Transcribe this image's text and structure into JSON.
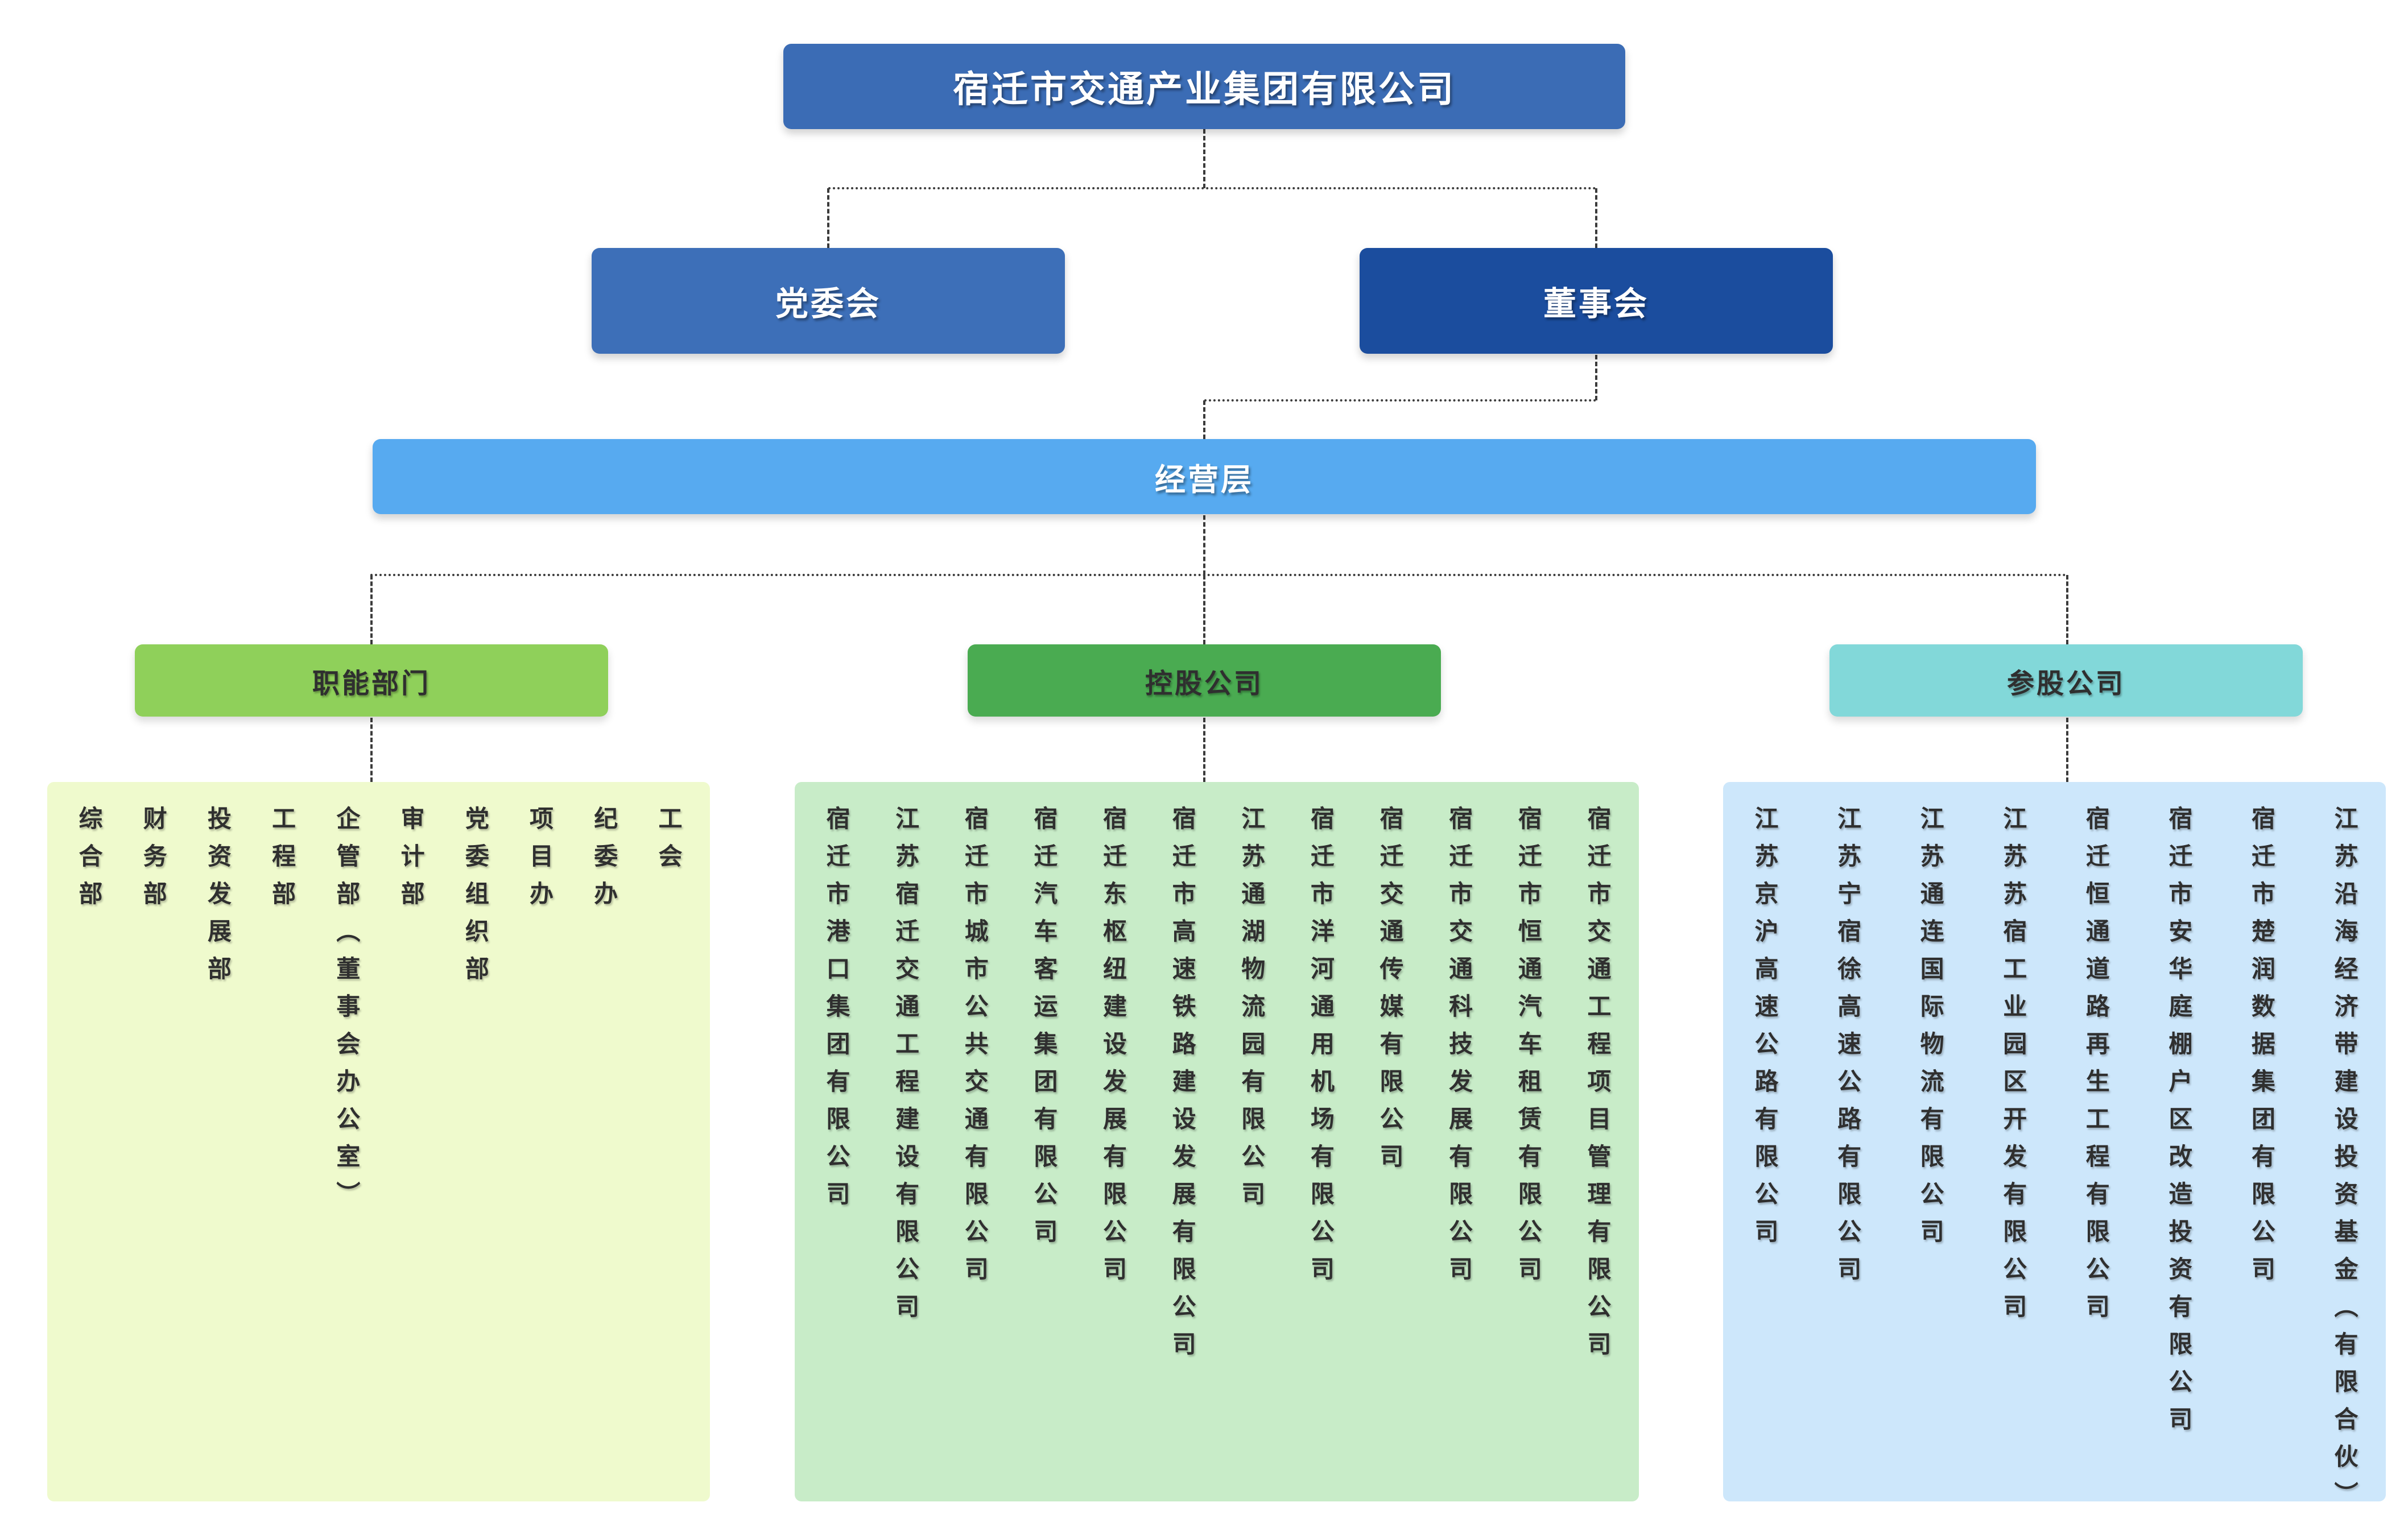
{
  "org_chart": {
    "root": {
      "label": "宿迁市交通产业集团有限公司",
      "color": "#3b6cb5"
    },
    "governance": [
      {
        "id": "party-committee",
        "label": "党委会",
        "color": "#3d6fb8"
      },
      {
        "id": "board-of-directors",
        "label": "董事会",
        "color": "#1b4d9e"
      }
    ],
    "management": {
      "label": "经营层",
      "color": "#57aaf0"
    },
    "groups": [
      {
        "id": "functional-departments",
        "label": "职能部门",
        "header_color": "#8fd05a",
        "panel_color": "#effacd",
        "items": [
          "综合部",
          "财务部",
          "投资发展部",
          "工程部",
          "企管部（董事会办公室）",
          "审计部",
          "党委组织部",
          "项目办",
          "纪委办",
          "工会"
        ]
      },
      {
        "id": "holding-companies",
        "label": "控股公司",
        "header_color": "#4aab51",
        "panel_color": "#c8ecc8",
        "items": [
          "宿迁市港口集团有限公司",
          "江苏宿迁交通工程建设有限公司",
          "宿迁市城市公共交通有限公司",
          "宿迁汽车客运集团有限公司",
          "宿迁东枢纽建设发展有限公司",
          "宿迁市高速铁路建设发展有限公司",
          "江苏通湖物流园有限公司",
          "宿迁市洋河通用机场有限公司",
          "宿迁交通传媒有限公司",
          "宿迁市交通科技发展有限公司",
          "宿迁市恒通汽车租赁有限公司",
          "宿迁市交通工程项目管理有限公司"
        ]
      },
      {
        "id": "equity-participation-companies",
        "label": "参股公司",
        "header_color": "#82d8d9",
        "panel_color": "#cde7fb",
        "items": [
          "江苏京沪高速公路有限公司",
          "江苏宁宿徐高速公路有限公司",
          "江苏通连国际物流有限公司",
          "江苏苏宿工业园区开发有限公司",
          "宿迁恒通道路再生工程有限公司",
          "宿迁市安华庭棚户区改造投资有限公司",
          "宿迁市楚润数据集团有限公司",
          "江苏沿海经济带建设投资基金（有限合伙）"
        ]
      }
    ],
    "connector_color": "#3b3b3b"
  }
}
